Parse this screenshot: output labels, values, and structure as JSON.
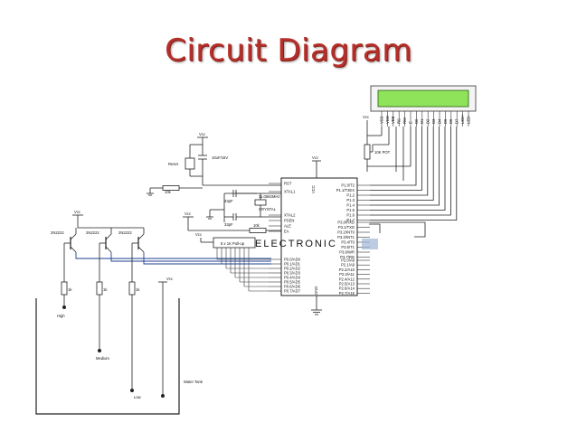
{
  "title": "Circuit Diagram",
  "vcc": "Vcc",
  "reset": {
    "label": "Reset",
    "cap": "10uF/16V",
    "res": "10k"
  },
  "crystal": {
    "freq": "11.0592MHz",
    "label": "CRYSTAL",
    "cap1": "33pF",
    "cap2": "33pF"
  },
  "pot": "10K POT",
  "pullup": "8 x 1K Pull-up",
  "ea_res": "10k",
  "watermark": "ELECTRONIC",
  "transistors": [
    "2N2222",
    "2N2222",
    "2N2222"
  ],
  "probe_res": [
    "1k",
    "1k",
    "1k"
  ],
  "levels": {
    "high": "High",
    "medium": "Medium",
    "low": "Low"
  },
  "tank": "Water Tank",
  "gnd": "GND",
  "mcu_left_labels": [
    "RST",
    "XTAL1",
    "XTAL2",
    "PSEN",
    "ALE",
    "EA",
    "P0.0/AD0",
    "P0.1/AD1",
    "P0.2/AD2",
    "P0.3/AD3",
    "P0.4/AD4",
    "P0.5/AD5",
    "P0.6/AD6",
    "P0.7/AD7"
  ],
  "mcu_right_top": [
    "P1.0/T2",
    "P1.1/T2EX",
    "P1.2",
    "P1.3",
    "P1.4",
    "P1.5",
    "P1.6",
    "P1.7"
  ],
  "mcu_right_mid": [
    "P3.0/RXD",
    "P3.1/TXD",
    "P3.2/INT0",
    "P3.3/INT1",
    "P3.4/T0",
    "P3.5/T1",
    "P3.6/WR",
    "P3.7/RD"
  ],
  "mcu_right_bot": [
    "P2.0/A8",
    "P2.1/A9",
    "P2.2/A10",
    "P2.3/A11",
    "P2.4/A12",
    "P2.5/A13",
    "P2.6/A14",
    "P2.7/A15"
  ],
  "lcd_pins": [
    "VSS",
    "VDD",
    "VEE",
    "RS",
    "RW",
    "E",
    "D0",
    "D1",
    "D2",
    "D3",
    "D4",
    "D5",
    "D6",
    "D7",
    "LED+",
    "LED-"
  ],
  "colors": {
    "title": "#b5302a",
    "lcd_screen": "#8fe35a",
    "wire": "#222222"
  }
}
